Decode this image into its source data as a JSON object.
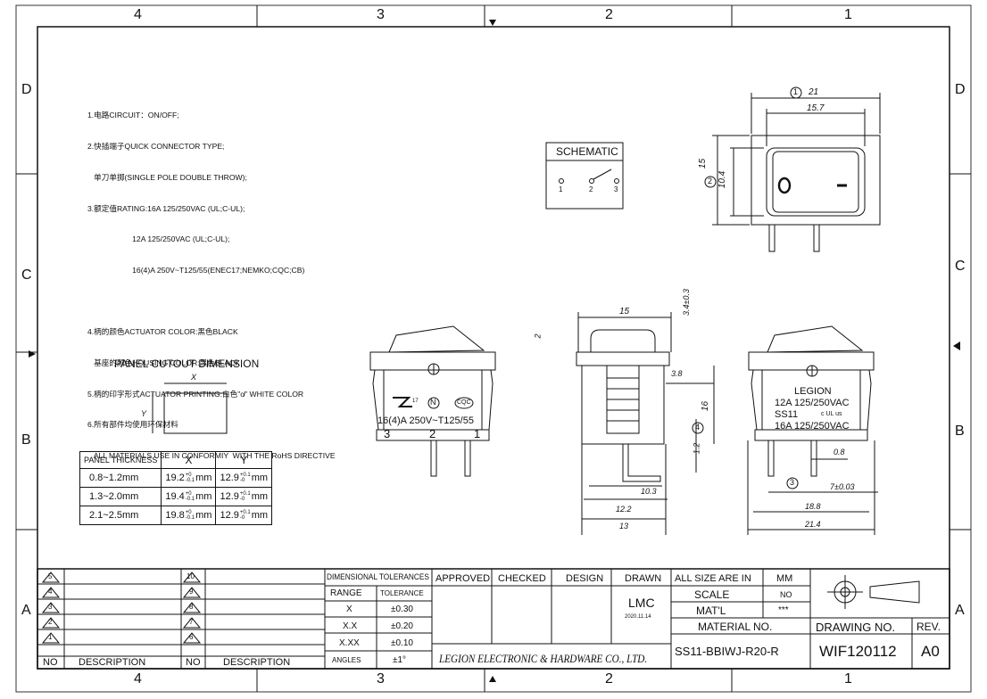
{
  "zones": {
    "top": [
      "4",
      "3",
      "2",
      "1"
    ],
    "bottom": [
      "4",
      "3",
      "2",
      "1"
    ],
    "left": [
      "D",
      "C",
      "B",
      "A"
    ],
    "right": [
      "D",
      "C",
      "B",
      "A"
    ]
  },
  "notes": [
    "1.电路CIRCUIT：ON/OFF;",
    "2.快插端子QUICK CONNECTOR TYPE;",
    "   单刀单掷(SINGLE POLE DOUBLE THROW);",
    "3.额定值RATING:16A 125/250VAC (UL;C-UL);",
    "                     12A 125/250VAC (UL;C-UL);",
    "                     16(4)A 250V~T125/55(ENEC17;NEMKO;CQC;CB)",
    "",
    "4.柄的颜色ACTUATOR COLOR:黑色BLACK",
    "   基座的颜色HOUSING COLOR:黑色BLACK",
    "5.柄的印字形式ACTUATOR PRINTING:白色\"o̸\" WHITE COLOR",
    "6.所有部件均使用环保材料",
    "   ALL MATERIALS USE IN CONFORMIY  WITH THE RoHS DIRECTIVE"
  ],
  "schematic": {
    "title": "SCHEMATIC",
    "terminals": [
      "1",
      "2",
      "3"
    ]
  },
  "top_view": {
    "dims": {
      "d1": "21",
      "d1_tag": "1",
      "d2": "15.7",
      "d3": "15",
      "d3_tag": "2",
      "d4": "10.4"
    },
    "actuator_symbols": [
      "O",
      "—"
    ]
  },
  "panel_cutout": {
    "title": "PANEL CUTOUT DIMENSION",
    "x_label": "X",
    "y_label": "Y",
    "headers": [
      "PANEL THICKNESS",
      "X",
      "Y"
    ],
    "rows": [
      {
        "thickness": "0.8~1.2mm",
        "x": "19.2",
        "x_tol_up": "+0",
        "x_tol_dn": "-0.1",
        "y": "12.9",
        "y_tol_up": "+0.1",
        "y_tol_dn": "-0",
        "unit": "mm"
      },
      {
        "thickness": "1.3~2.0mm",
        "x": "19.4",
        "x_tol_up": "+0",
        "x_tol_dn": "-0.1",
        "y": "12.9",
        "y_tol_up": "+0.1",
        "y_tol_dn": "-0",
        "unit": "mm"
      },
      {
        "thickness": "2.1~2.5mm",
        "x": "19.8",
        "x_tol_up": "+0",
        "x_tol_dn": "-0.1",
        "y": "12.9",
        "y_tol_up": "+0.1",
        "y_tol_dn": "-0",
        "unit": "mm"
      }
    ]
  },
  "front_view": {
    "rating": "16(4)A 250V~T125/55",
    "terminals": [
      "3",
      "2",
      "1"
    ],
    "marks": [
      "N",
      "CQC",
      "17"
    ]
  },
  "side_view": {
    "dims": [
      "15",
      "3.4±0.3",
      "2",
      "3.8",
      "16",
      "1.2",
      "4",
      "10.3",
      "12.2",
      "13"
    ]
  },
  "rear_view": {
    "lines": [
      "LEGION",
      "12A 125/250VAC",
      "SS11",
      "16A 125/250VAC"
    ],
    "ul_mark": "c UL us",
    "dims": [
      "0.8",
      "3",
      "7±0.03",
      "18.8",
      "21.4"
    ]
  },
  "title_block": {
    "rev_nums": [
      "5",
      "4",
      "3",
      "2",
      "1"
    ],
    "rev_nums_b": [
      "10",
      "9",
      "8",
      "7",
      "6"
    ],
    "no_label": "NO",
    "desc_label": "DESCRIPTION",
    "tolerances_title": "DIMENSIONAL TOLERANCES",
    "tol_headers": [
      "RANGE",
      "TOLERANCE"
    ],
    "tol_rows": [
      [
        "X",
        "±0.30"
      ],
      [
        "X.X",
        "±0.20"
      ],
      [
        "X.XX",
        "±0.10"
      ],
      [
        "ANGLES",
        "±1°"
      ]
    ],
    "approvals": [
      "APPROVED",
      "CHECKED",
      "DESIGN",
      "DRAWN"
    ],
    "drawn_by": "LMC",
    "drawn_date": "2020.11.14",
    "company": "LEGION ELECTRONIC & HARDWARE CO., LTD.",
    "units_label": "ALL SIZE ARE IN",
    "units": "MM",
    "scale_label": "SCALE",
    "scale": "NO",
    "mat_label": "MAT'L",
    "mat": "***",
    "material_no_label": "MATERIAL NO.",
    "material_no": "SS11-BBIWJ-R20-R",
    "drawing_no_label": "DRAWING NO.",
    "drawing_no": "WIF120112",
    "rev_label": "REV.",
    "rev": "A0"
  }
}
